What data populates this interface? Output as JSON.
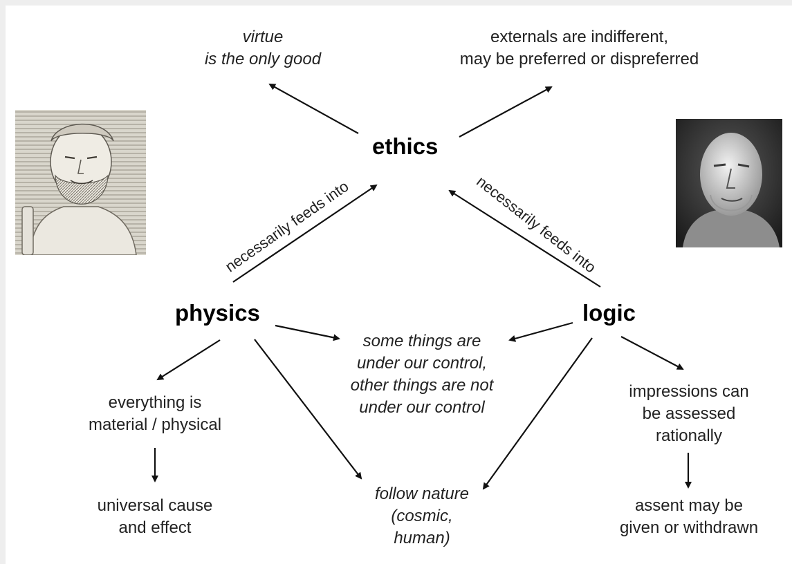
{
  "nodes": {
    "ethics": "ethics",
    "physics": "physics",
    "logic": "logic"
  },
  "ethics_outcomes": {
    "virtue": [
      "virtue",
      "is the only good"
    ],
    "externals": [
      "externals are indifferent,",
      "may be preferred or dispreferred"
    ]
  },
  "edges": {
    "physics_to_ethics": "necessarily feeds into",
    "logic_to_ethics": "necessarily feeds into"
  },
  "physics_outcomes": {
    "material": [
      "everything is",
      "material / physical"
    ],
    "cause": [
      "universal cause",
      "and effect"
    ]
  },
  "shared_outcomes": {
    "control": [
      "some things are",
      "under our control,",
      "other things are not",
      "under our control"
    ],
    "nature": [
      "follow nature",
      "(cosmic,",
      "human)"
    ]
  },
  "logic_outcomes": {
    "impressions": [
      "impressions can",
      "be assessed",
      "rationally"
    ],
    "assent": [
      "assent may be",
      "given or withdrawn"
    ]
  },
  "portraits": {
    "left": "engraved-bearded-philosopher-bust",
    "right": "marble-elderly-philosopher-bust"
  },
  "colors": {
    "text": "#222222",
    "heading": "#000000",
    "arrow": "#111111"
  }
}
